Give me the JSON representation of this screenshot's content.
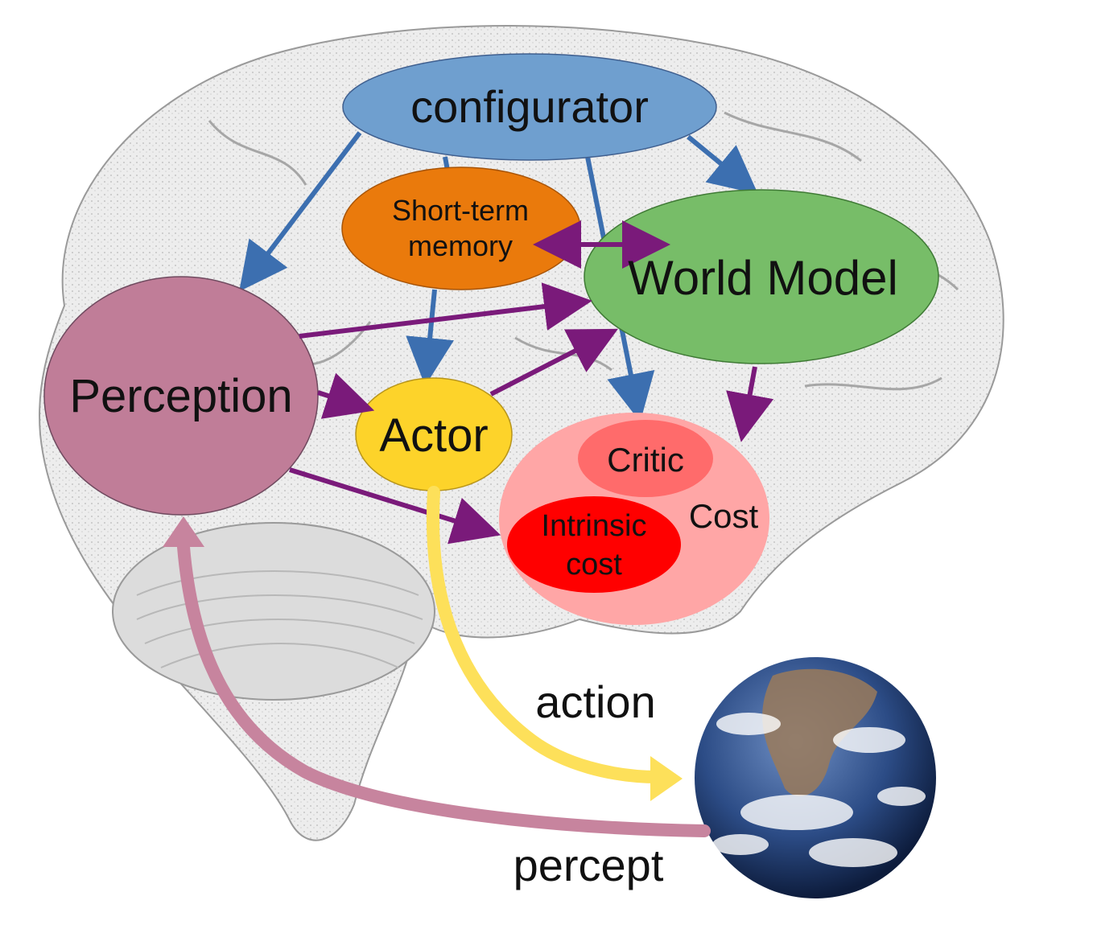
{
  "nodes": {
    "configurator": {
      "label": "configurator",
      "color": "#6f9fcf"
    },
    "short_term_memory": {
      "line1": "Short-term",
      "line2": "memory",
      "color": "#ea7a0c"
    },
    "world_model": {
      "label": "World Model",
      "color": "#77bd68"
    },
    "perception": {
      "label": "Perception",
      "color": "#c07d98"
    },
    "actor": {
      "label": "Actor",
      "color": "#fdd32a"
    },
    "cost": {
      "label": "Cost",
      "color": "#ffa6a6"
    },
    "critic": {
      "label": "Critic",
      "color": "#ff6b6b"
    },
    "intrinsic_cost": {
      "line1": "Intrinsic",
      "line2": "cost",
      "color": "#ff0000"
    }
  },
  "flows": {
    "action": {
      "label": "action",
      "color": "#fde05a"
    },
    "percept": {
      "label": "percept",
      "color": "#c7849e"
    }
  },
  "arrow_colors": {
    "config": "#3c6fb0",
    "data": "#7a1a7a"
  },
  "brain_color": "#e4e4e4",
  "earth_colors": {
    "ocean": "#23417a",
    "land": "#9a7a5a",
    "cloud": "#ffffff"
  }
}
